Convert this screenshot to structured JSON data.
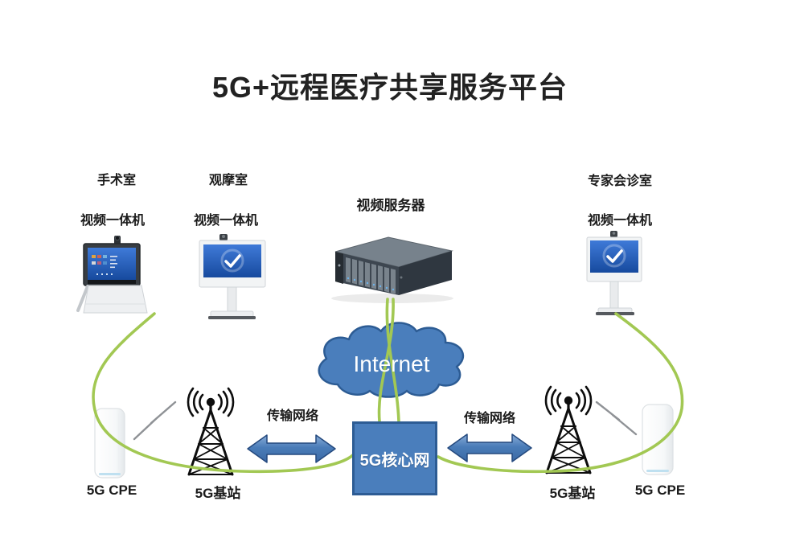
{
  "title": "5G+远程医疗共享服务平台",
  "colors": {
    "node_blue": "#4a7ebc",
    "node_blue_border": "#2d5c94",
    "link_green": "#a2c853",
    "tower_black": "#0d0d0d"
  },
  "labels": {
    "operating_room": "手术室",
    "observation_room": "观摩室",
    "expert_room": "专家会诊室",
    "endpoint_left": "视频一体机",
    "endpoint_mid": "视频一体机",
    "endpoint_right": "视频一体机",
    "video_server": "视频服务器",
    "internet": "Internet",
    "core_network": "5G核心网",
    "transport_left": "传输网络",
    "transport_right": "传输网络",
    "base_station_left": "5G基站",
    "base_station_right": "5G基站",
    "cpe_left": "5G CPE",
    "cpe_right": "5G CPE"
  }
}
